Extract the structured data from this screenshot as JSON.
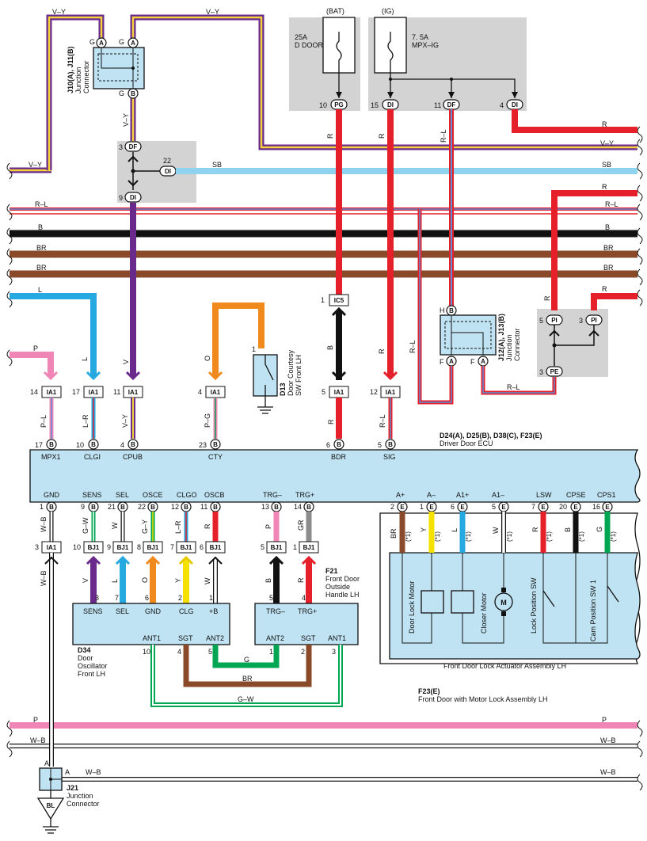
{
  "colors": {
    "V_Y_outer": "#6a2a8c",
    "V_Y_inner": "#f4d23c",
    "SB": "#8fd3ef",
    "R": "#e5202a",
    "R_L_stripe": "#5b8ed6",
    "B": "#111111",
    "BR": "#8a4a2a",
    "L": "#25a9e0",
    "P": "#ef86b6",
    "V": "#6a2a8c",
    "O": "#f08a1c",
    "G": "#00a651",
    "Y": "#f4e100",
    "W": "#ffffff",
    "GR": "#8c8c8c",
    "shade": "#d3d3d3",
    "block": "#bfe3f3"
  },
  "fuses": {
    "bat": {
      "source": "(BAT)",
      "rating": "25A",
      "name": "D DOOR"
    },
    "ig": {
      "source": "(IG)",
      "rating": "7. 5A",
      "name": "MPX–IG"
    }
  },
  "junctions": {
    "j10": {
      "title": "J10(A), J11(B)",
      "line1": "Junction",
      "line2": "Connector"
    },
    "j12": {
      "title": "J12(A), J13(B)",
      "line1": "Junction",
      "line2": "Connector"
    },
    "j21": {
      "title": "J21",
      "line1": "Junction",
      "line2": "Connector"
    }
  },
  "ecu": {
    "ids": "D24(A), D25(B), D38(C), F23(E)",
    "name": "Driver Door ECU",
    "top_terminals": [
      "MPX1",
      "CLGI",
      "CPUB",
      "CTY",
      "BDR",
      "SIG"
    ],
    "bottom_terminals": [
      "GND",
      "SENS",
      "SEL",
      "OSCE",
      "CLGO",
      "OSCB",
      "TRG–",
      "TRG+",
      "A+",
      "A–",
      "A1+",
      "A1–",
      "LSW",
      "CPSE",
      "CPS1"
    ]
  },
  "wires": {
    "VY": "V–Y",
    "SB": "SB",
    "R": "R",
    "RL": "R–L",
    "B": "B",
    "BR": "BR",
    "L": "L",
    "P": "P",
    "PL": "P–L",
    "LR": "L–R",
    "V": "V",
    "O": "O",
    "PG": "P–G",
    "GW": "G–W",
    "W": "W",
    "GY": "G–Y",
    "GR": "GR",
    "WB": "W–B",
    "Y": "Y",
    "G": "G"
  },
  "pins": {
    "p1": "1",
    "p2": "2",
    "p3": "3",
    "p4": "4",
    "p5": "5",
    "p6": "6",
    "p7": "7",
    "p8": "8",
    "p9": "9",
    "p10": "10",
    "p11": "11",
    "p12": "12",
    "p13": "13",
    "p14": "14",
    "p15": "15",
    "p16": "16",
    "p17": "17",
    "p20": "20",
    "p21": "21",
    "p22": "22",
    "p23": "23"
  },
  "conn_labels": {
    "A": "A",
    "B": "B",
    "E": "E",
    "G": "G",
    "H": "H",
    "F": "F",
    "PG": "PG",
    "DI": "DI",
    "DF": "DF",
    "PI": "PI",
    "PE": "PE",
    "IA1": "IA1",
    "BJ1": "BJ1",
    "IC5": "IC5",
    "BL": "BL"
  },
  "note_star1": "(*1)",
  "d13": {
    "id": "D13",
    "line1": "Door Courtesy",
    "line2": "SW Front LH"
  },
  "d34": {
    "id": "D34",
    "line1": "Door",
    "line2": "Oscillator",
    "line3": "Front LH",
    "top": [
      "SENS",
      "SEL",
      "GND",
      "CLG",
      "+B"
    ],
    "bottom": [
      "ANT1",
      "SGT",
      "ANT2"
    ]
  },
  "f21": {
    "id": "F21",
    "line1": "Front Door",
    "line2": "Outside",
    "line3": "Handle LH",
    "top": [
      "TRG–",
      "TRG+"
    ],
    "bottom": [
      "ANT2",
      "SGT",
      "ANT1"
    ]
  },
  "f23": {
    "id": "F23(E)",
    "name": "Front Door with Motor Lock Assembly LH",
    "actuator": "Front Door Lock Actuator Assembly LH",
    "parts": [
      "Door Lock Motor",
      "Closer Motor",
      "Lock Position SW",
      "Cam Position SW 1"
    ],
    "motor_symbol": "M"
  }
}
